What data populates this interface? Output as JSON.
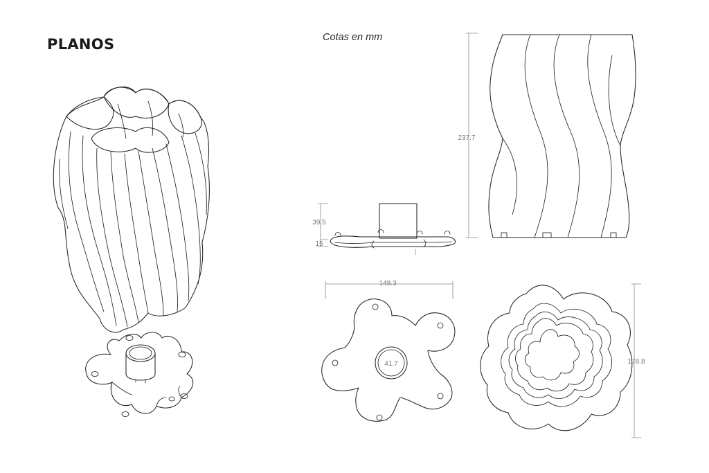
{
  "title": "PLANOS",
  "units_note": "Cotas en mm",
  "dimensions": {
    "height": "237.7",
    "base_height": "39.5",
    "base_small": "15",
    "width": "148.3",
    "hole_diameter": "41.7",
    "depth": "178.8"
  },
  "colors": {
    "line": "#222222",
    "dimension": "#8a8a8a",
    "background": "#ffffff"
  }
}
